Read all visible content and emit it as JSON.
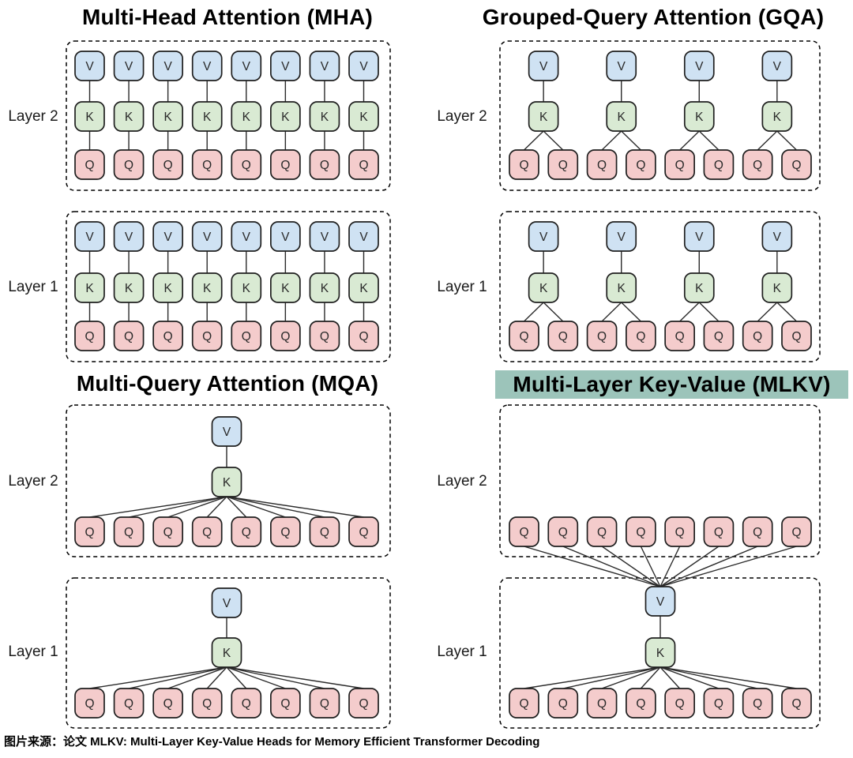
{
  "figure": {
    "caption": "图片来源：论文 MLKV: Multi-Layer Key-Value Heads for Memory Efficient Transformer Decoding"
  },
  "node_labels": {
    "value": "V",
    "key": "K",
    "query": "Q"
  },
  "colors": {
    "v_fill": "#cfe2f3",
    "k_fill": "#d9ead3",
    "q_fill": "#f4cccc",
    "node_border": "#1f1f1f",
    "node_text": "#2a2a2a",
    "connector_line": "#2b2b2b",
    "dashed_border": "#000000",
    "mlkv_title_highlight": "#9cc4ba",
    "title_text": "#000000"
  },
  "panels": [
    {
      "key": "mha",
      "title": "Multi-Head Attention (MHA)",
      "query_heads": 8,
      "kv_heads_per_layer": 8,
      "queries_per_kv": 1,
      "kv_shared_across_layers": false,
      "layers": [
        {
          "label": "Layer 2"
        },
        {
          "label": "Layer 1"
        }
      ]
    },
    {
      "key": "gqa",
      "title": "Grouped-Query Attention (GQA)",
      "query_heads": 8,
      "kv_heads_per_layer": 4,
      "queries_per_kv": 2,
      "kv_shared_across_layers": false,
      "layers": [
        {
          "label": "Layer 2"
        },
        {
          "label": "Layer 1"
        }
      ]
    },
    {
      "key": "mqa",
      "title": "Multi-Query Attention (MQA)",
      "query_heads": 8,
      "kv_heads_per_layer": 1,
      "queries_per_kv": 8,
      "kv_shared_across_layers": false,
      "layers": [
        {
          "label": "Layer 2"
        },
        {
          "label": "Layer 1"
        }
      ]
    },
    {
      "key": "mlkv",
      "title": "Multi-Layer Key-Value (MLKV)",
      "query_heads": 8,
      "kv_heads_per_layer": 1,
      "queries_per_kv": 16,
      "kv_shared_across_layers": true,
      "title_highlighted": true,
      "layers": [
        {
          "label": "Layer 2"
        },
        {
          "label": "Layer 1"
        }
      ]
    }
  ]
}
